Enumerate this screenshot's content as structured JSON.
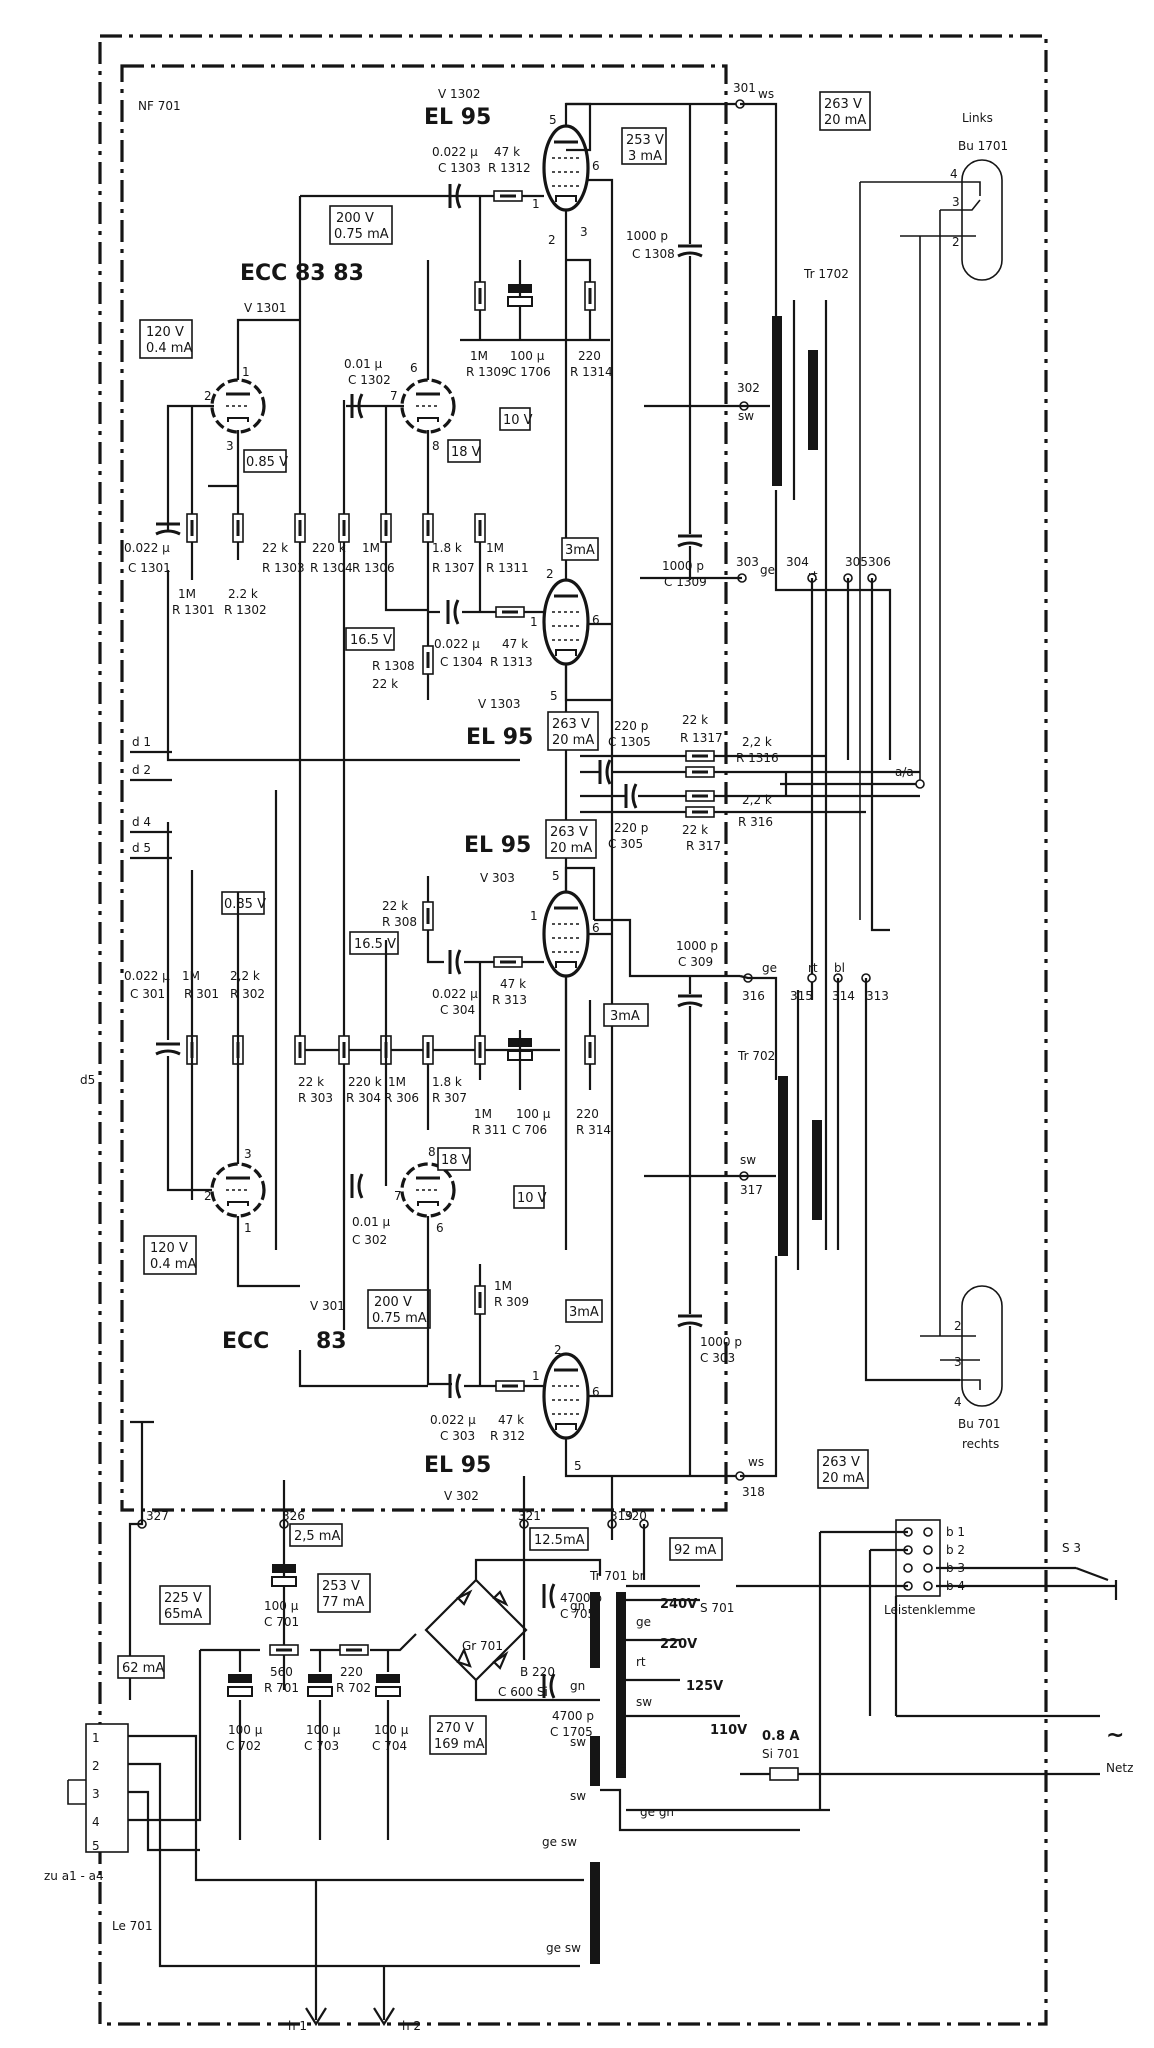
{
  "frame": {
    "id": "NF 701"
  },
  "tubes": [
    {
      "key": "v1302",
      "type": "EL 95",
      "ref": "V 1302"
    },
    {
      "key": "v1301",
      "type": "ECC 83",
      "ref": "V 1301"
    },
    {
      "key": "v1303",
      "type": "EL 95",
      "ref": "V 1303"
    },
    {
      "key": "v303",
      "type": "EL 95",
      "ref": "V 303"
    },
    {
      "key": "v301",
      "type": "ECC",
      "ref": "V 301"
    },
    {
      "key": "v302",
      "type": "EL 95",
      "ref": "V 302"
    }
  ],
  "ecc_suffix": "83",
  "boxed": {
    "a": "263 V",
    "a2": "20 mA",
    "b": "253 V",
    "b2": "3 mA",
    "c": "200 V",
    "c2": "0.75 mA",
    "d": "120 V",
    "d2": "0.4 mA",
    "e": "0.85 V",
    "f": "10 V",
    "g": "18 V",
    "h": "3mA",
    "i": "16.5 V",
    "j": "263 V",
    "j2": "20 mA",
    "k": "263 V",
    "k2": "20 mA",
    "l": "0.85 V",
    "m": "16.5 V",
    "n": "3mA",
    "o": "18 V",
    "p": "10 V",
    "q": "120 V",
    "q2": "0.4 mA",
    "r": "200 V",
    "r2": "0.75 mA",
    "s": "3mA",
    "t": "263 V",
    "t2": "20 mA",
    "u": "2,5 mA",
    "v": "12.5mA",
    "w": "92 mA",
    "x": "225 V",
    "x2": "65mA",
    "y": "253 V",
    "y2": "77 mA",
    "z": "62 mA",
    "aa": "270 V",
    "aa2": "169 mA"
  },
  "components": {
    "c1303": [
      "0.022 µ",
      "C 1303"
    ],
    "r1312": [
      "47 k",
      "R 1312"
    ],
    "c1302": [
      "0.01 µ",
      "C 1302"
    ],
    "c1308": [
      "1000 p",
      "C 1308"
    ],
    "r1309": [
      "1M",
      "R 1309"
    ],
    "c1706": [
      "100 µ",
      "C 1706"
    ],
    "r1314": [
      "220",
      "R 1314"
    ],
    "c1301": [
      "0.022 µ",
      "C 1301"
    ],
    "r1301": [
      "1M",
      "R 1301"
    ],
    "r1302": [
      "2.2 k",
      "R 1302"
    ],
    "r1303": [
      "22 k",
      "R 1303"
    ],
    "r1304": [
      "220 k",
      "R 1304"
    ],
    "r1306": [
      "1M",
      "R 1306"
    ],
    "r1307": [
      "1.8 k",
      "R 1307"
    ],
    "r1311": [
      "1M",
      "R 1311"
    ],
    "r1308": [
      "22 k",
      "R 1308"
    ],
    "c1304": [
      "0.022 µ",
      "C 1304"
    ],
    "r1313": [
      "47 k",
      "R 1313"
    ],
    "c1309": [
      "1000 p",
      "C 1309"
    ],
    "c1305": [
      "220 p",
      "C 1305"
    ],
    "r1317": [
      "22 k",
      "R 1317"
    ],
    "r1316": [
      "2,2 k",
      "R 1316"
    ],
    "c305": [
      "220 p",
      "C 305"
    ],
    "r317": [
      "22 k",
      "R 317"
    ],
    "r316": [
      "2,2 k",
      "R 316"
    ],
    "r308": [
      "22 k",
      "R 308"
    ],
    "c304": [
      "0.022 µ",
      "C 304"
    ],
    "r313": [
      "47 k",
      "R 313"
    ],
    "c309": [
      "1000 p",
      "C 309"
    ],
    "c301": [
      "0.022 µ",
      "C 301"
    ],
    "r301": [
      "1M",
      "R 301"
    ],
    "r302": [
      "2,2 k",
      "R 302"
    ],
    "r303": [
      "22 k",
      "R 303"
    ],
    "r304": [
      "220 k",
      "R 304"
    ],
    "r306": [
      "1M",
      "R 306"
    ],
    "r307": [
      "1.8 k",
      "R 307"
    ],
    "r311": [
      "1M",
      "R 311"
    ],
    "c706": [
      "100 µ",
      "C 706"
    ],
    "r314": [
      "220",
      "R 314"
    ],
    "c302": [
      "0.01 µ",
      "C 302"
    ],
    "r309": [
      "1M",
      "R 309"
    ],
    "c303b": [
      "1000 p",
      "C 303"
    ],
    "c303": [
      "0.022 µ",
      "C 303"
    ],
    "r312": [
      "47 k",
      "R 312"
    ],
    "c701": [
      "100 µ",
      "C 701"
    ],
    "r701": [
      "560",
      "R 701"
    ],
    "r702": [
      "220",
      "R 702"
    ],
    "c702": [
      "100 µ",
      "C 702"
    ],
    "c703": [
      "100 µ",
      "C 703"
    ],
    "c704": [
      "100 µ",
      "C 704"
    ],
    "gr701": "Gr 701",
    "c600": "C 600 Si",
    "b220": "B 220",
    "c705": [
      "4700 p",
      "C 705"
    ],
    "c1705": [
      "4700 p",
      "C 1705"
    ]
  },
  "transformers": {
    "tr1702": "Tr 1702",
    "tr702": "Tr 702",
    "tr701": "Tr 701"
  },
  "terminals": [
    "301",
    "302",
    "303",
    "304",
    "305",
    "306",
    "316",
    "315",
    "314",
    "313",
    "317",
    "318",
    "319",
    "320",
    "321",
    "326",
    "327"
  ],
  "wire_colors": {
    "ws": "ws",
    "sw": "sw",
    "ge": "ge",
    "rt": "rt",
    "bl": "bl",
    "br": "br",
    "gn": "gn",
    "gesw": "ge sw",
    "gegn": "ge gn"
  },
  "nets": {
    "d1": "d 1",
    "d2": "d 2",
    "d4": "d 4",
    "d5": "d 5",
    "d5b": "d5",
    "aa": "a/a",
    "h1": "h 1",
    "h2": "h 2"
  },
  "sockets": {
    "links": "Links",
    "bu1701": "Bu 1701",
    "bu701": "Bu 701",
    "rechts": "rechts",
    "pin2": "2",
    "pin3": "3",
    "pin4": "4"
  },
  "mains": {
    "s701": "S 701",
    "v240": "240V",
    "v220": "220V",
    "v125": "125V",
    "v110": "110V",
    "fuse": "0.8 A",
    "fuse_ref": "Si 701",
    "terminal": "Leistenklemme",
    "b1": "b 1",
    "b2": "b 2",
    "b3": "b 3",
    "b4": "b 4",
    "switch": "S 3",
    "netz": "Netz",
    "tilde": "~"
  },
  "le": {
    "name": "Le 701",
    "conn": "zu a1 - a4",
    "pins": [
      "1",
      "2",
      "3",
      "4",
      "5"
    ]
  }
}
